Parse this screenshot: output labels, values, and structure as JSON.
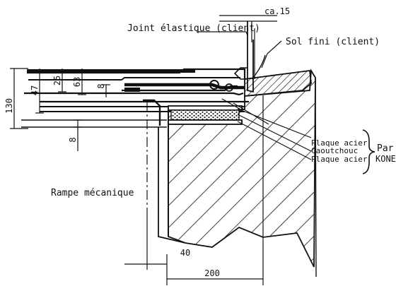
{
  "labels": {
    "joint": "Joint élastique (client)",
    "sol": "Sol fini (client)",
    "ca15": "ca.15",
    "plaque1": "Plaque acier",
    "caoutchouc": "Caoutchouc",
    "plaque2": "Plaque acier",
    "par": "Par",
    "kone": "KONE",
    "rampe": "Rampe mécanique"
  },
  "dimensions": {
    "d130": "130",
    "d47": "47",
    "d25": "25",
    "d63": "63",
    "d8_top": "8",
    "d8_bottom": "8",
    "d40": "40",
    "d200": "200"
  }
}
